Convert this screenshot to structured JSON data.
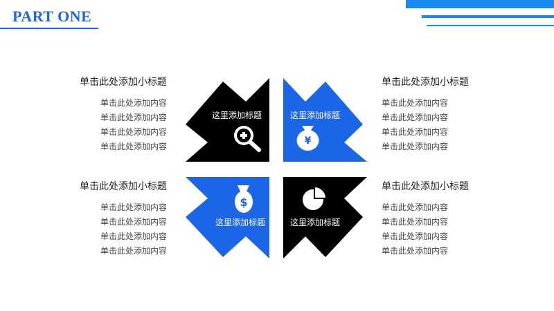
{
  "header": {
    "title": "PART ONE"
  },
  "colors": {
    "accent": "#1a66e6",
    "black": "#000000",
    "white": "#ffffff",
    "deco": "#1a8cf0"
  },
  "quadrants": [
    {
      "label": "这里添加标题",
      "icon": "search-plus-icon",
      "fill": "#000000"
    },
    {
      "label": "这里添加标题",
      "icon": "money-bag-yen-icon",
      "fill": "#1a66e6"
    },
    {
      "label": "这里添加标题",
      "icon": "money-bag-dollar-icon",
      "fill": "#1a66e6"
    },
    {
      "label": "这里添加标题",
      "icon": "pie-chart-icon",
      "fill": "#000000"
    }
  ],
  "blocks": [
    {
      "subtitle": "单击此处添加小标题",
      "lines": [
        "单击此处添加内容",
        "单击此处添加内容",
        "单击此处添加内容",
        "单击此处添加内容"
      ]
    },
    {
      "subtitle": "单击此处添加小标题",
      "lines": [
        "单击此处添加内容",
        "单击此处添加内容",
        "单击此处添加内容",
        "单击此处添加内容"
      ]
    },
    {
      "subtitle": "单击此处添加小标题",
      "lines": [
        "单击此处添加内容",
        "单击此处添加内容",
        "单击此处添加内容",
        "单击此处添加内容"
      ]
    },
    {
      "subtitle": "单击此处添加小标题",
      "lines": [
        "单击此处添加内容",
        "单击此处添加内容",
        "单击此处添加内容",
        "单击此处添加内容"
      ]
    }
  ],
  "icon_text": {
    "yen": "¥",
    "dollar": "$"
  }
}
